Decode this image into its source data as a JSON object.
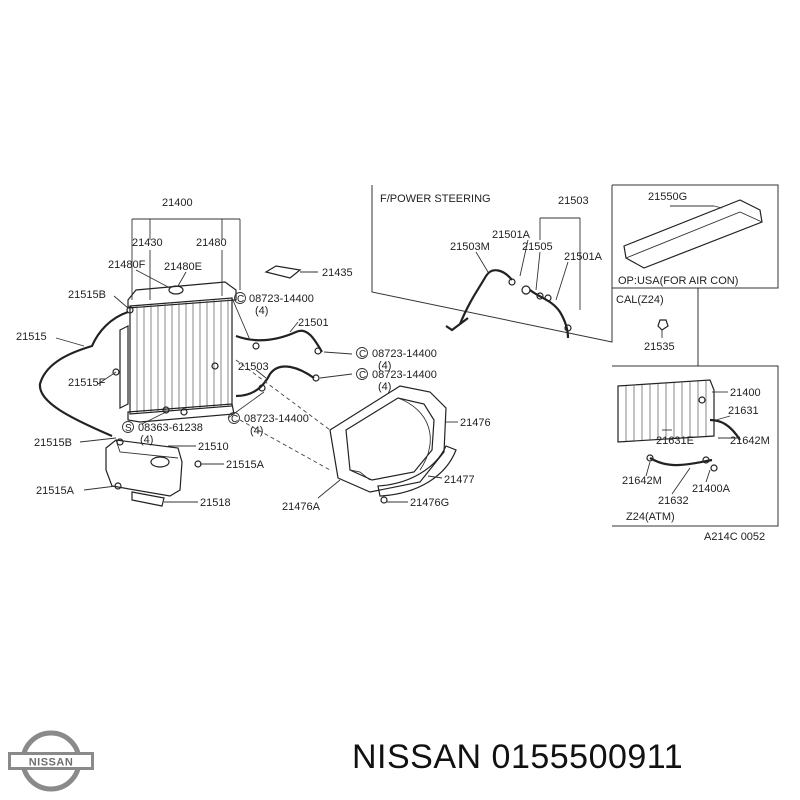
{
  "labels": {
    "p21400": "21400",
    "p21430": "21430",
    "p21480": "21480",
    "p21480F": "21480F",
    "p21480E": "21480E",
    "p21435": "21435",
    "p21515B_top": "21515B",
    "p21515": "21515",
    "p21515F": "21515F",
    "p21515B_bot": "21515B",
    "p21515A_left": "21515A",
    "p21515A_right": "21515A",
    "p21510": "21510",
    "p21518": "21518",
    "c08723_1": "08723-14400",
    "c08723_1q": "(4)",
    "p21501": "21501",
    "p21503": "21503",
    "c08723_2": "08723-14400",
    "c08723_2q": "(4)",
    "c08723_3": "08723-14400",
    "c08723_3q": "(4)",
    "s08363": "08363-61238",
    "s08363q": "(4)",
    "c08723_4": "08723-14400",
    "c08723_4q": "(4)",
    "p21476": "21476",
    "p21477": "21477",
    "p21476A": "21476A",
    "p21476G": "21476G",
    "ps_title": "F/POWER STEERING",
    "ps_21503": "21503",
    "ps_21501A_a": "21501A",
    "ps_21503M": "21503M",
    "ps_21505": "21505",
    "ps_21501A_b": "21501A",
    "p21550G": "21550G",
    "op_usa": "OP:USA(FOR AIR CON)",
    "cal_title": "CAL(Z24)",
    "p21535": "21535",
    "z_21400": "21400",
    "z_21631": "21631",
    "z_21631E": "21631E",
    "z_21642M_a": "21642M",
    "z_21642M_b": "21642M",
    "z_21400A": "21400A",
    "z_21632": "21632",
    "z24_title": "Z24(ATM)",
    "ref_code": "A214C 0052",
    "circle_c": "C",
    "circle_s": "S"
  },
  "brand": {
    "logo_text": "NISSAN",
    "caption": "NISSAN 0155500911",
    "logo_color": "#8a8a8a"
  }
}
